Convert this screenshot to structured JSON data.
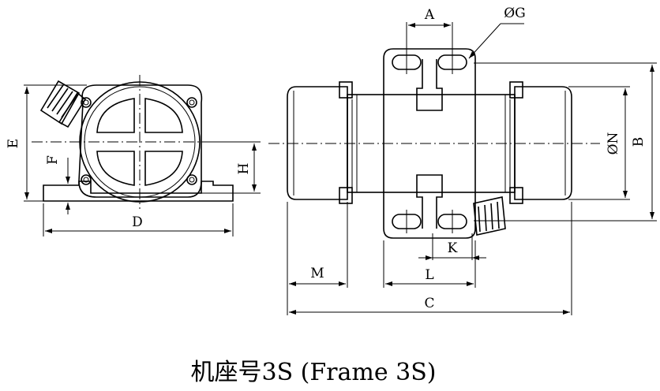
{
  "labels": {
    "A": "A",
    "G": "ØG",
    "B": "B",
    "N": "ØN",
    "E": "E",
    "F": "F",
    "H": "H",
    "D": "D",
    "K": "K",
    "L": "L",
    "M": "M",
    "C": "C"
  },
  "caption": "机座号3S (Frame 3S)"
}
